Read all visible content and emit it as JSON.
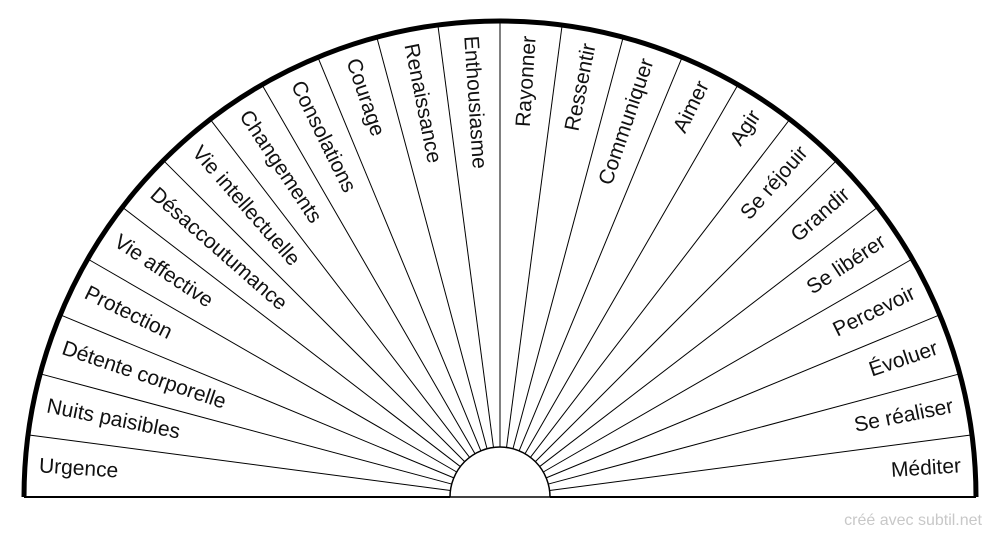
{
  "chart": {
    "left_sectors": [
      "Urgence",
      "Nuits paisibles",
      "Détente corporelle",
      "Protection",
      "Vie affective",
      "Désaccoutumance",
      "Vie intellectuelle",
      "Changements",
      "Consolations",
      "Courage",
      "Renaissance",
      "Enthousiasme"
    ],
    "right_sectors": [
      "Rayonner",
      "Ressentir",
      "Communiquer",
      "Aimer",
      "Agir",
      "Se réjouir",
      "Grandir",
      "Se libérer",
      "Percevoir",
      "Évoluer",
      "Se réaliser",
      "Méditer"
    ]
  },
  "credit": "créé avec subtil.net",
  "colors": {
    "outline": "#000000",
    "divider": "#000000",
    "label": "#111111",
    "credit": "#c8c8c8"
  }
}
